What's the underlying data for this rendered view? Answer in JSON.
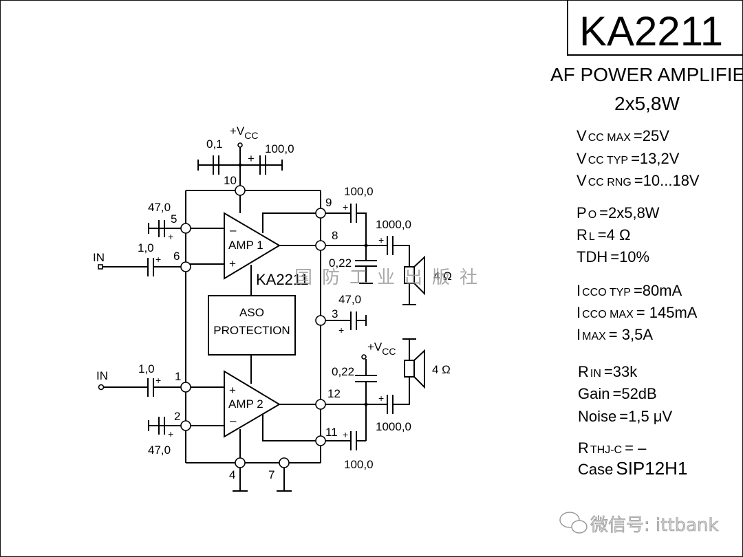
{
  "title_box": {
    "part_number": "KA2211"
  },
  "subtitle": {
    "line1": "AF POWER AMPLIFIER",
    "line2": "2x5,8W"
  },
  "specs": [
    {
      "sym": "V",
      "sub": "CC MAX",
      "value": "=25V"
    },
    {
      "sym": "V",
      "sub": "CC TYP",
      "value": "=13,2V"
    },
    {
      "sym": "V",
      "sub": "CC RNG",
      "value": "=10...18V"
    },
    {
      "sym": "P",
      "sub": "O",
      "value": "=2x5,8W"
    },
    {
      "sym": "R",
      "sub": "L",
      "value": "=4 Ω"
    },
    {
      "sym": "TDH",
      "sub": "",
      "value": "=10%"
    },
    {
      "sym": "I",
      "sub": "CCO TYP",
      "value": "=80mA"
    },
    {
      "sym": "I",
      "sub": "CCO MAX",
      "value": "= 145mA"
    },
    {
      "sym": "I",
      "sub": "MAX",
      "value": "=  3,5A"
    },
    {
      "sym": "R",
      "sub": "IN",
      "value": "=33k"
    },
    {
      "sym": "Gain",
      "sub": "",
      "value": "=52dB"
    },
    {
      "sym": "Noise",
      "sub": "",
      "value": "=1,5 μV"
    },
    {
      "sym": "R",
      "sub": "THJ-C",
      "value": "= –"
    },
    {
      "sym": "Case",
      "sub": "",
      "value": "SIP12H1"
    }
  ],
  "schematic": {
    "chip_label": "KA2211",
    "supply_label": "+V",
    "supply_sub": "CC",
    "amp1": {
      "label": "AMP 1",
      "minus": "–",
      "plus": "+"
    },
    "amp2": {
      "label": "AMP 2",
      "minus": "–",
      "plus": "+"
    },
    "protection": {
      "line1": "ASO",
      "line2": "PROTECTION"
    },
    "inputs": {
      "in1": "IN",
      "in2": "IN"
    },
    "pins": [
      "10",
      "5",
      "6",
      "9",
      "8",
      "3",
      "1",
      "2",
      "12",
      "11",
      "4",
      "7"
    ],
    "capacitors": {
      "c_supply_small": "0,1",
      "c_supply_big": "100,0",
      "c_pin5": "47,0",
      "c_in1": "1,0",
      "c_pin9": "100,0",
      "c_out1": "1000,0",
      "c_snub1": "0,22",
      "c_pin3": "47,0",
      "c_in2": "1,0",
      "c_pin2": "47,0",
      "c_snub2": "0,22",
      "c_out2": "1000,0",
      "c_pin11": "100,0"
    },
    "polarity_plus": "+",
    "speaker1": "4 Ω",
    "speaker2": "4 Ω"
  },
  "watermark": {
    "publisher": "国防工业出版社",
    "wechat": "微信号: ittbank"
  }
}
